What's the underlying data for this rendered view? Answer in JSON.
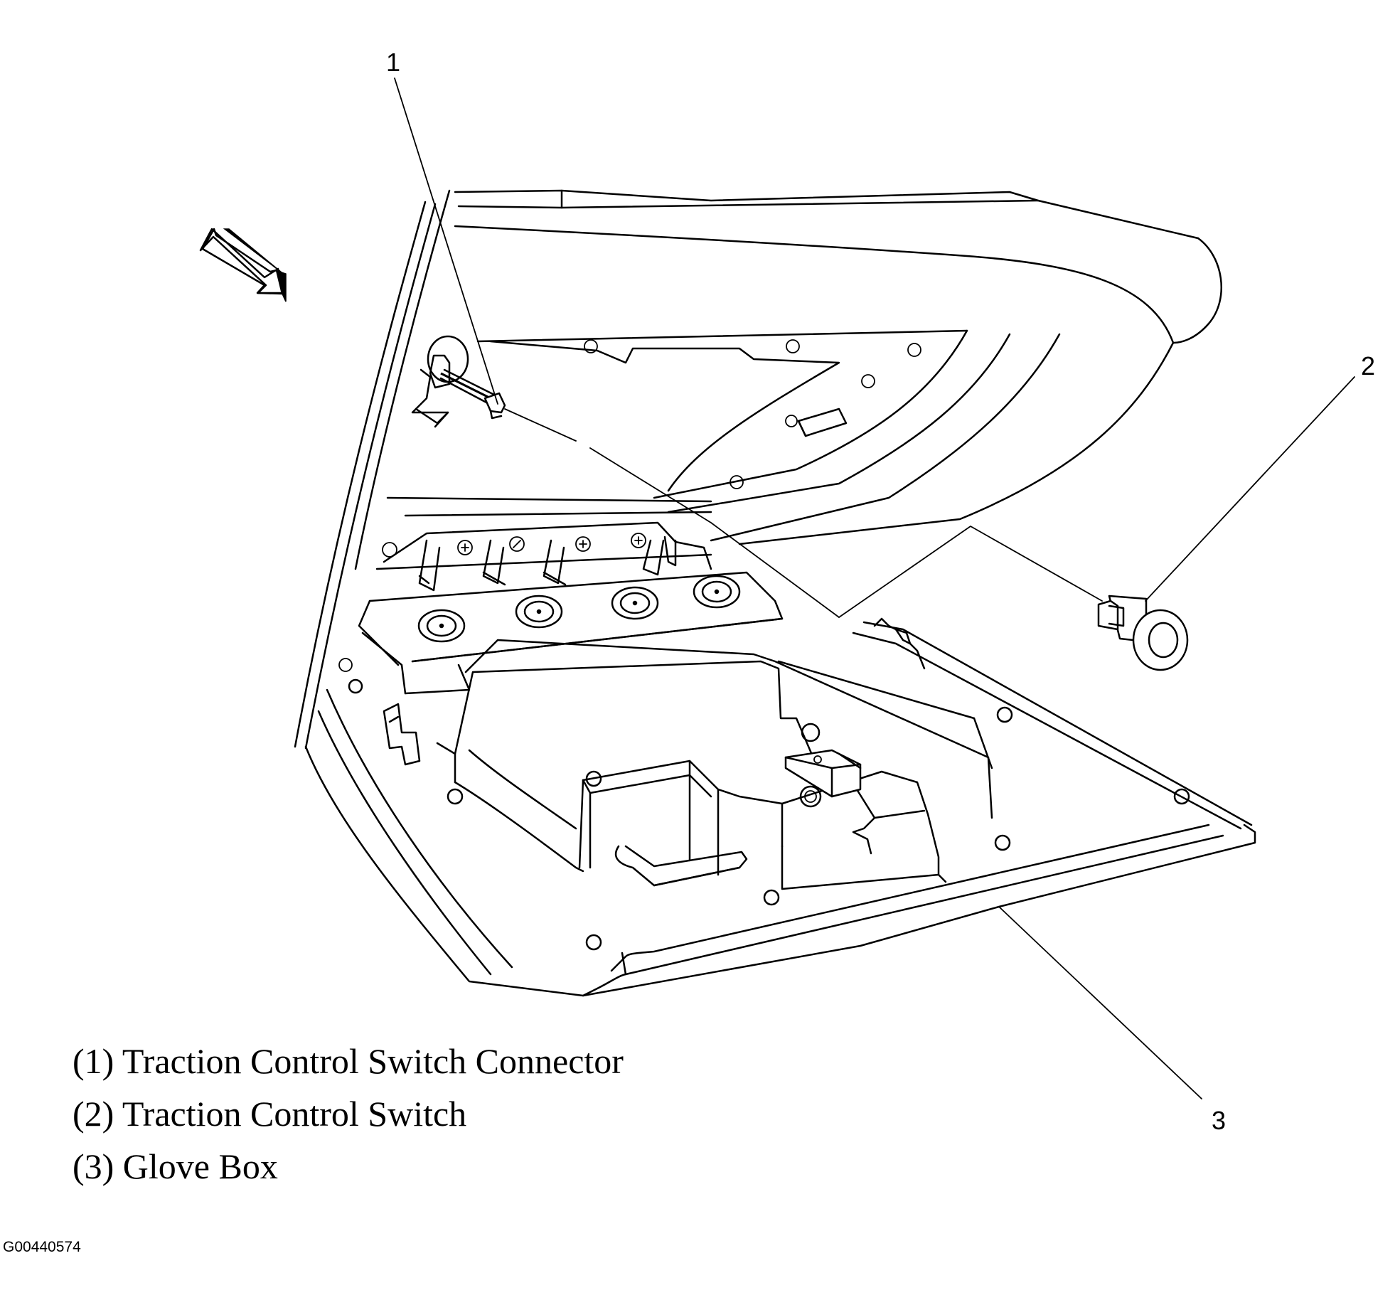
{
  "callouts": [
    {
      "number": "1"
    },
    {
      "number": "2"
    },
    {
      "number": "3"
    }
  ],
  "legend": [
    {
      "text": "(1) Traction Control Switch Connector"
    },
    {
      "text": "(2) Traction Control Switch"
    },
    {
      "text": "(3) Glove Box"
    }
  ],
  "figure_id": "G00440574"
}
